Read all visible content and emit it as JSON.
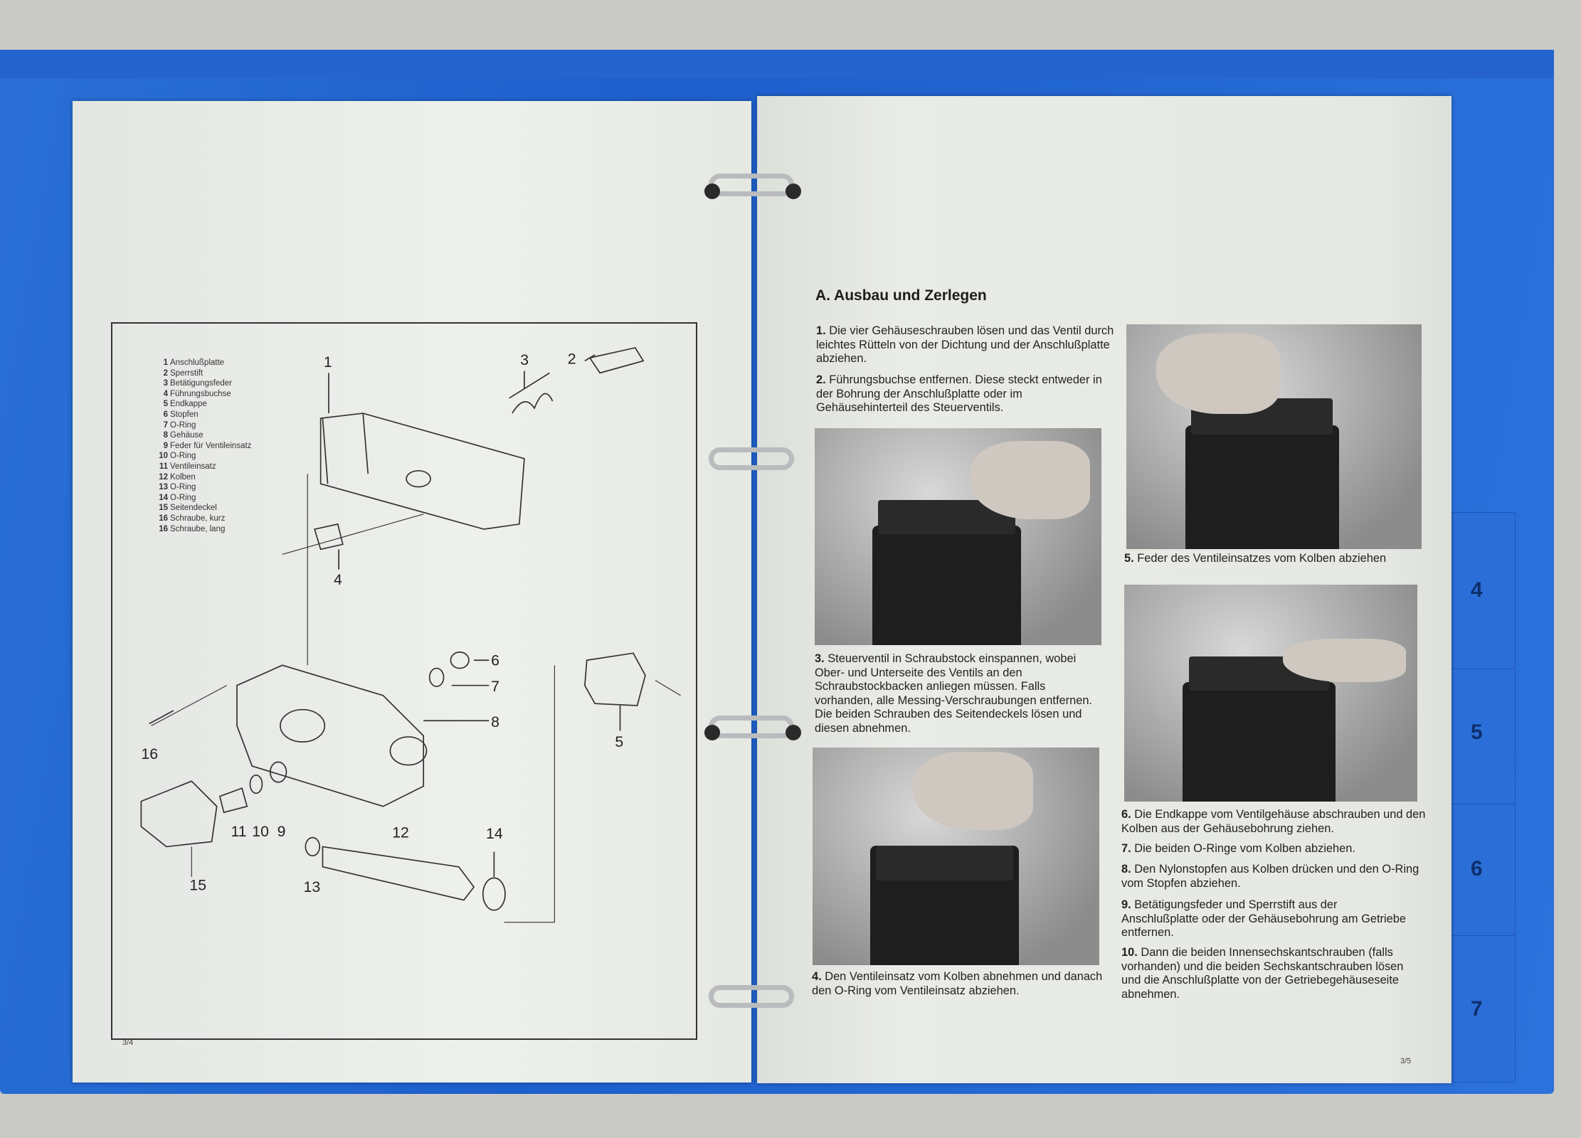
{
  "left_page": {
    "page_number": "3/4",
    "parts_list": [
      {
        "n": "1",
        "name": "Anschlußplatte"
      },
      {
        "n": "2",
        "name": "Sperrstift"
      },
      {
        "n": "3",
        "name": "Betätigungsfeder"
      },
      {
        "n": "4",
        "name": "Führungsbuchse"
      },
      {
        "n": "5",
        "name": "Endkappe"
      },
      {
        "n": "6",
        "name": "Stopfen"
      },
      {
        "n": "7",
        "name": "O-Ring"
      },
      {
        "n": "8",
        "name": "Gehäuse"
      },
      {
        "n": "9",
        "name": "Feder für Ventileinsatz"
      },
      {
        "n": "10",
        "name": "O-Ring"
      },
      {
        "n": "11",
        "name": "Ventileinsatz"
      },
      {
        "n": "12",
        "name": "Kolben"
      },
      {
        "n": "13",
        "name": "O-Ring"
      },
      {
        "n": "14",
        "name": "O-Ring"
      },
      {
        "n": "15",
        "name": "Seitendeckel"
      },
      {
        "n": "16",
        "name": "Schraube, kurz"
      },
      {
        "n": "16",
        "name": "Schraube, lang"
      }
    ],
    "callouts": [
      "1",
      "2",
      "3",
      "4",
      "5",
      "6",
      "7",
      "8",
      "9",
      "10",
      "11",
      "12",
      "13",
      "14",
      "15",
      "16"
    ]
  },
  "right_page": {
    "page_number": "3/5",
    "heading": "A. Ausbau und Zerlegen",
    "steps": [
      {
        "n": "1.",
        "text": "Die vier Gehäuseschrauben lösen und das Ventil durch leichtes Rütteln von der Dichtung und der Anschlußplatte abziehen."
      },
      {
        "n": "2.",
        "text": "Führungsbuchse entfernen. Diese steckt entweder in der Bohrung der Anschlußplatte oder im Gehäusehinterteil des Steuerventils."
      },
      {
        "n": "3.",
        "text": "Steuerventil in Schraubstock einspannen, wobei Ober- und Unterseite des Ventils an den Schraubstockbacken anliegen müssen. Falls vorhanden, alle Messing-Verschraubungen entfernen. Die beiden Schrauben des Seitendeckels lösen und diesen abnehmen."
      },
      {
        "n": "4.",
        "text": "Den Ventileinsatz vom Kolben abnehmen und danach den O-Ring vom Ventileinsatz abziehen."
      },
      {
        "n": "5.",
        "text": "Feder des Ventileinsatzes vom Kolben abziehen"
      },
      {
        "n": "6.",
        "text": "Die Endkappe vom Ventilgehäuse abschrauben und den Kolben aus der Gehäusebohrung ziehen."
      },
      {
        "n": "7.",
        "text": "Die beiden O-Ringe vom Kolben abziehen."
      },
      {
        "n": "8.",
        "text": "Den Nylonstopfen aus Kolben drücken und den O-Ring vom Stopfen abziehen."
      },
      {
        "n": "9.",
        "text": "Betätigungsfeder und Sperrstift aus der Anschlußplatte oder der Gehäusebohrung am Getriebe entfernen."
      },
      {
        "n": "10.",
        "text": "Dann die beiden Innensechskantschrauben (falls vorhanden) und die beiden Sechskantschrauben lösen und die Anschlußplatte von der Getriebegehäuseseite abnehmen."
      }
    ]
  },
  "tabs": [
    "4",
    "5",
    "6",
    "7"
  ],
  "colors": {
    "binder": "#1d5fcc",
    "paper": "#eceeea",
    "ink": "#222222"
  }
}
